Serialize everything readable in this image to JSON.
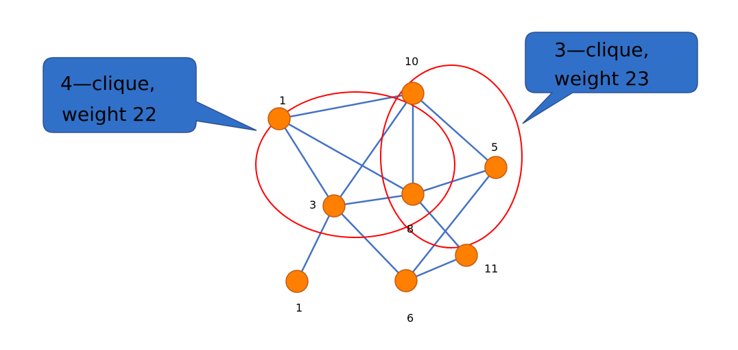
{
  "colors": {
    "edge": "#4472c4",
    "node_fill": "#ff7f00",
    "node_stroke": "#c55a11",
    "circle_stroke": "#ff0000",
    "callout_fill": "#3070c8",
    "callout_stroke": "#2f528f"
  },
  "nodes": [
    {
      "id": "n1a",
      "label": "1"
    },
    {
      "id": "n10",
      "label": "10"
    },
    {
      "id": "n5",
      "label": "5"
    },
    {
      "id": "n3",
      "label": "3"
    },
    {
      "id": "n8",
      "label": "8"
    },
    {
      "id": "n11",
      "label": "11"
    },
    {
      "id": "n1b",
      "label": "1"
    },
    {
      "id": "n6",
      "label": "6"
    }
  ],
  "edges": [
    [
      "n1a",
      "n10"
    ],
    [
      "n1a",
      "n3"
    ],
    [
      "n1a",
      "n8"
    ],
    [
      "n10",
      "n3"
    ],
    [
      "n10",
      "n8"
    ],
    [
      "n10",
      "n5"
    ],
    [
      "n3",
      "n8"
    ],
    [
      "n8",
      "n5"
    ],
    [
      "n3",
      "n1b"
    ],
    [
      "n3",
      "n6"
    ],
    [
      "n8",
      "n11"
    ],
    [
      "n5",
      "n6"
    ],
    [
      "n6",
      "n11"
    ]
  ],
  "callouts": {
    "left": {
      "line1": "4—clique,",
      "line2": "weight 22"
    },
    "right": {
      "line1": "3—clique,",
      "line2": "weight 23"
    }
  }
}
